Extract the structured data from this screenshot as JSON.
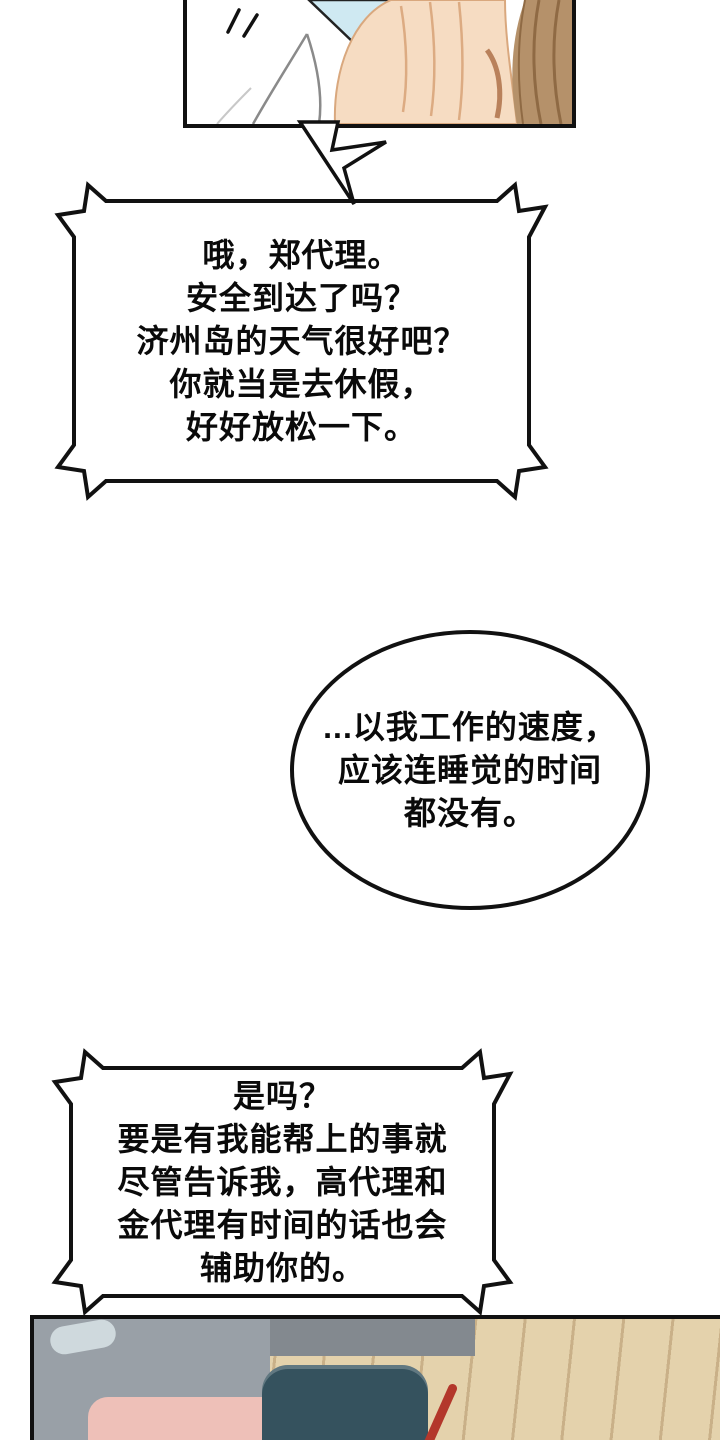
{
  "bubbles": {
    "bubble1": {
      "lines": [
        "哦，郑代理。",
        "安全到达了吗？",
        "济州岛的天气很好吧？",
        "你就当是去休假，",
        "好好放松一下。"
      ]
    },
    "bubble2": {
      "lines": [
        "...以我工作的速度，",
        "应该连睡觉的时间",
        "都没有。"
      ]
    },
    "bubble3": {
      "lines": [
        "是吗？",
        "要是有我能帮上的事就",
        "尽管告诉我，高代理和",
        "金代理有时间的话也会",
        "辅助你的。"
      ]
    }
  },
  "colors": {
    "outline": "#111111",
    "skin": "#f6dcc2",
    "skin_shade": "#dcab82",
    "hair": "#b5916a",
    "hair_shade": "#8f6a44",
    "collar_blue": "#cfe9f2",
    "floor": "#e4d2ac",
    "floor_line": "#c9b088",
    "couch_grey": "#99a0a7",
    "couch_grey_dark": "#83898f",
    "cushion_blue": "#cfd9dd",
    "bag_teal": "#35525e",
    "blanket_pink": "#eec0b8",
    "strap_red": "#b3372b"
  }
}
